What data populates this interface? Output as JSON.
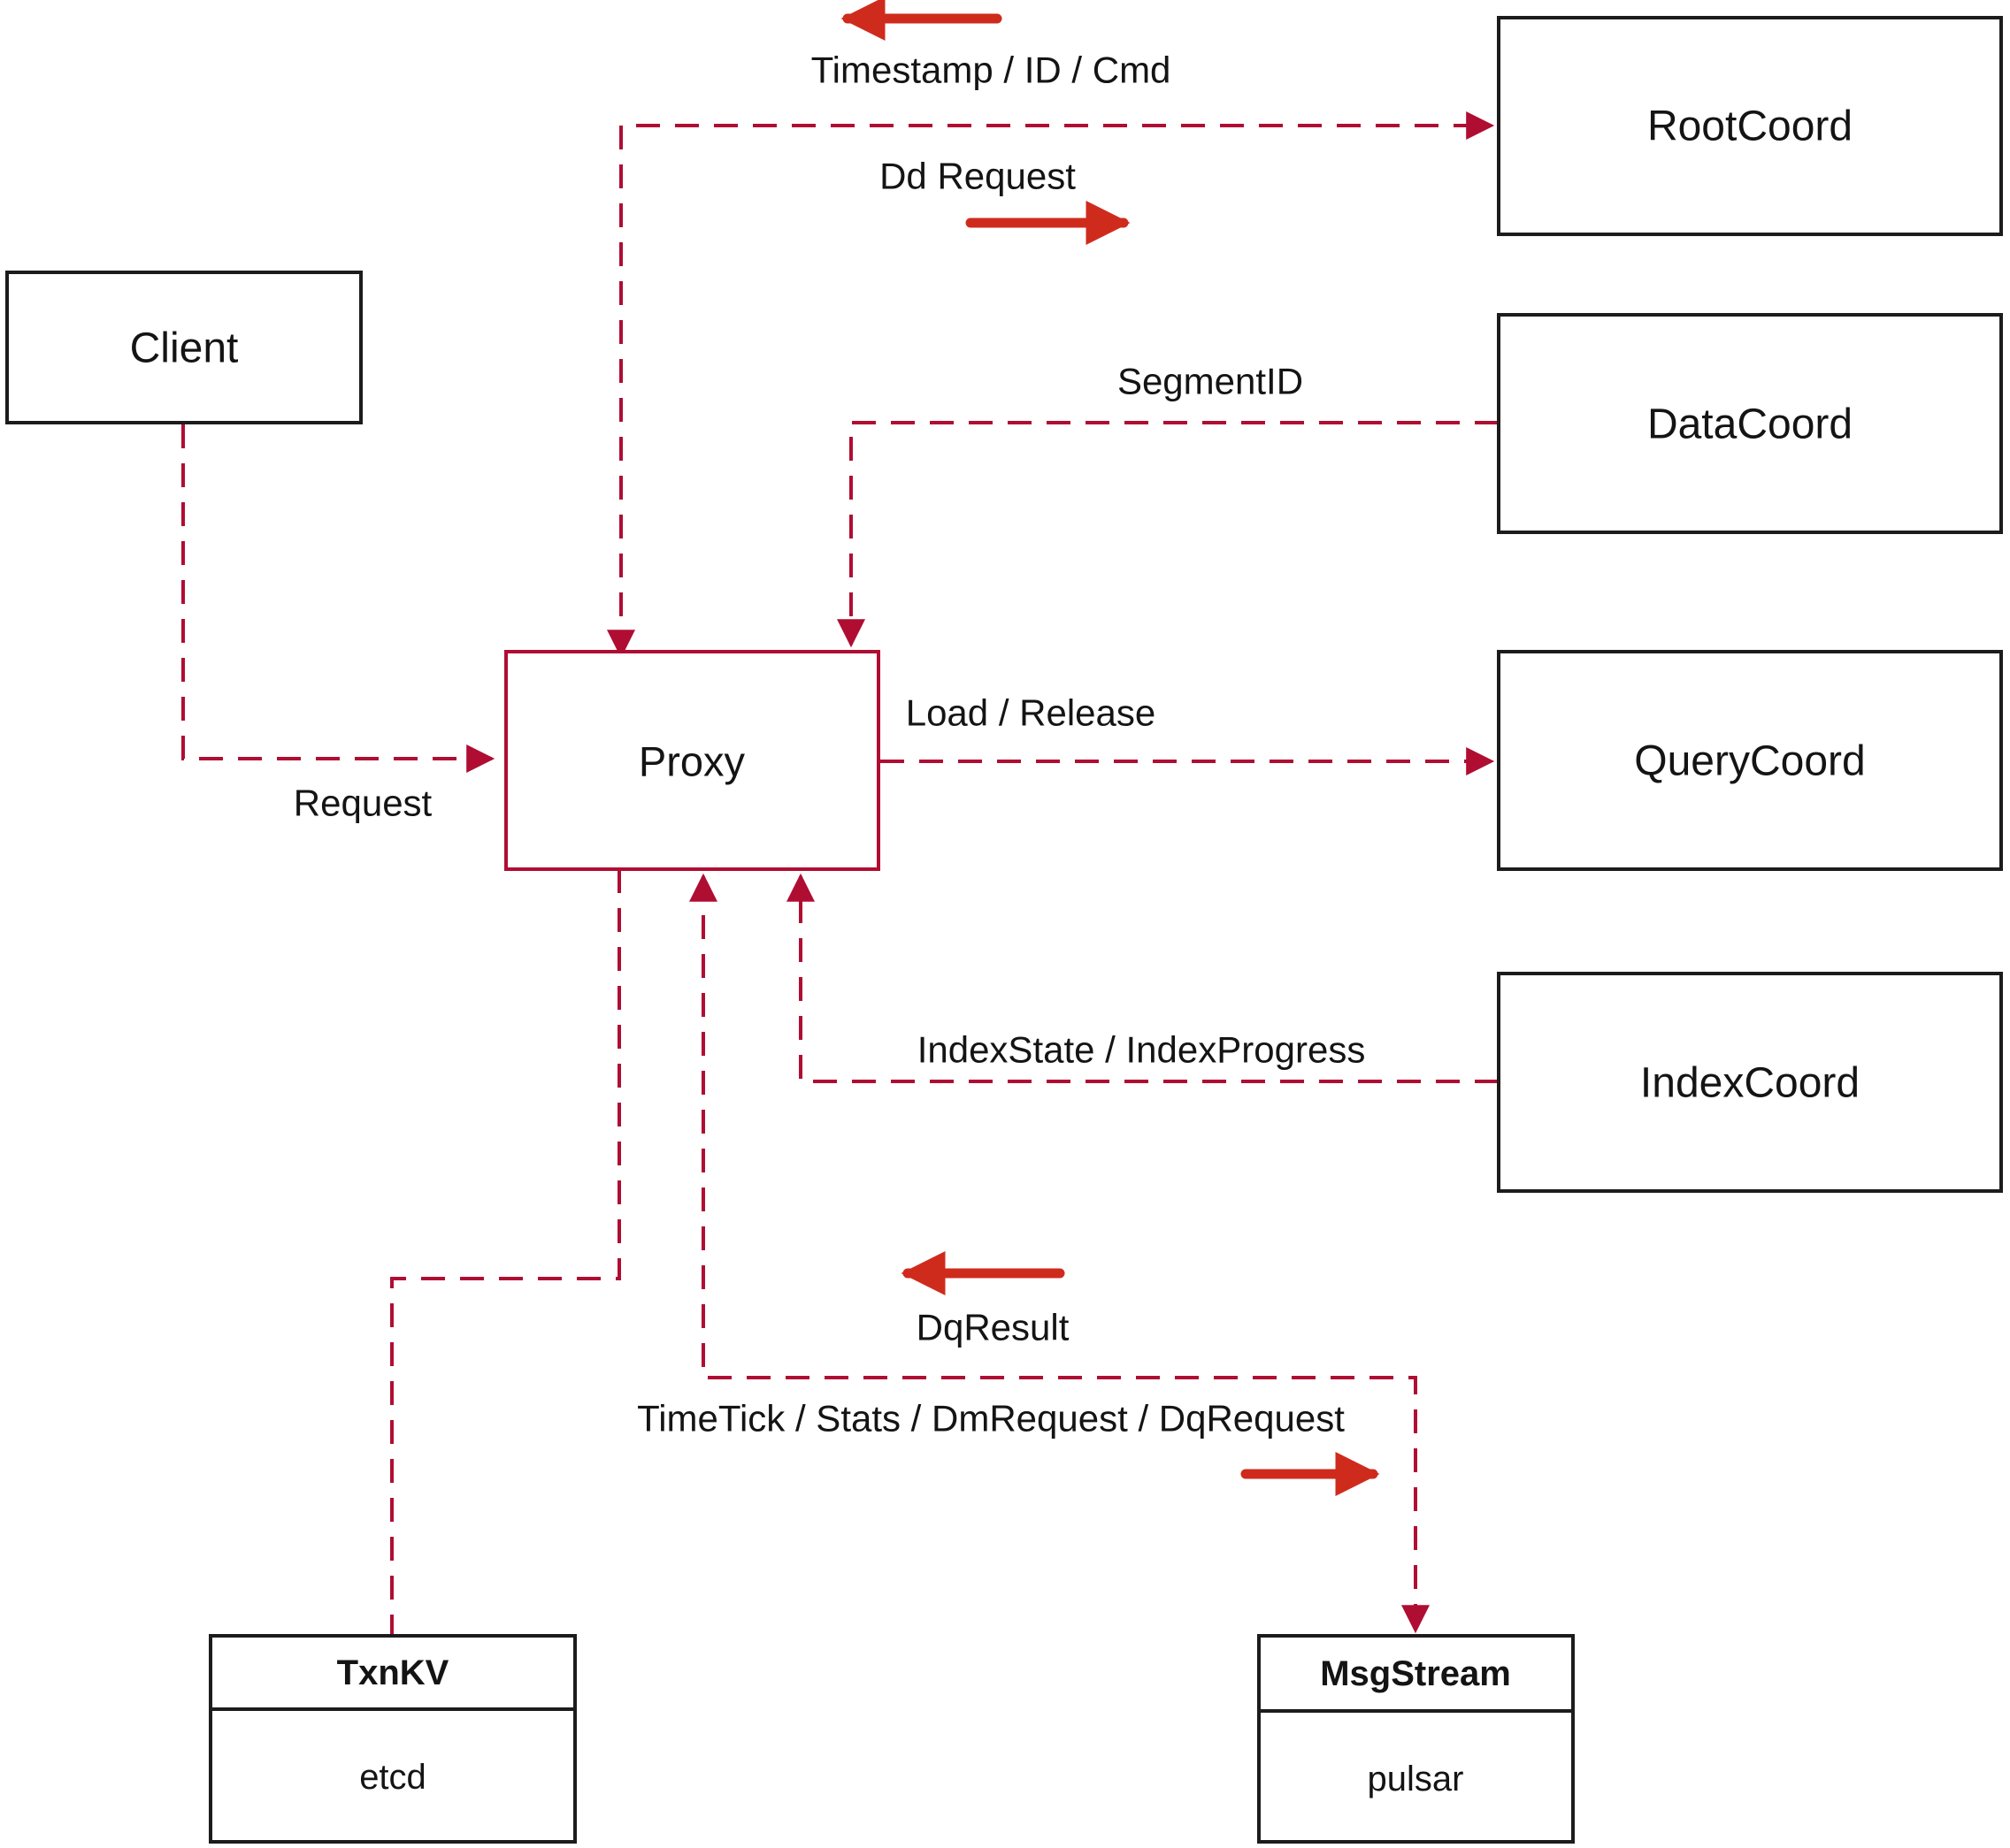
{
  "nodes": {
    "client": {
      "label": "Client"
    },
    "proxy": {
      "label": "Proxy"
    },
    "root_coord": {
      "label": "RootCoord"
    },
    "data_coord": {
      "label": "DataCoord"
    },
    "query_coord": {
      "label": "QueryCoord"
    },
    "index_coord": {
      "label": "IndexCoord"
    },
    "txn_kv": {
      "title": "TxnKV",
      "impl": "etcd"
    },
    "msg_stream": {
      "title": "MsgStream",
      "impl": "pulsar"
    }
  },
  "edge_labels": {
    "timestamp_id_cmd": "Timestamp / ID / Cmd",
    "dd_request": "Dd Request",
    "segment_id": "SegmentID",
    "load_release": "Load / Release",
    "index_state": "IndexState / IndexProgress",
    "request": "Request",
    "dq_result": "DqResult",
    "time_tick": "TimeTick / Stats / DmRequest / DqRequest"
  },
  "colors": {
    "dashed_line": "#b00d33",
    "solid_arrow": "#cf2b1d",
    "box_border": "#1c1c1c",
    "text": "#141414"
  }
}
